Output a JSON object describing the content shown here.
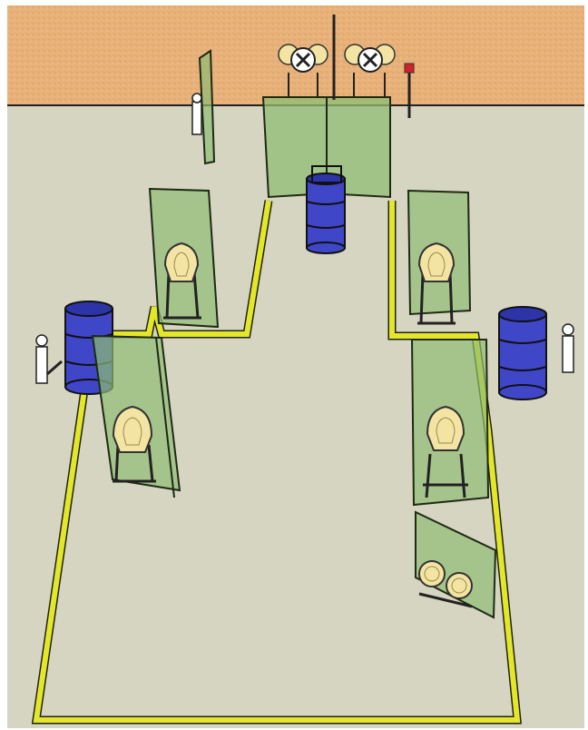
{
  "scene": {
    "kind": "3d-stage-layout",
    "colors": {
      "berm": "#e8b27a",
      "floor": "#d6d5c2",
      "fault_line": "#e4e629",
      "wall_panel": "#8fbc73",
      "barrel": "#3f47c8",
      "steel_target": "#f3e4a3",
      "no_shoot": "#ffffff",
      "popper_stand": "#222222"
    },
    "elements": {
      "paper_targets": 4,
      "steel_plates_back": 2,
      "steel_plates_lower_right": 2,
      "barrels": 3,
      "no_shoot_silhouettes": 3
    }
  }
}
